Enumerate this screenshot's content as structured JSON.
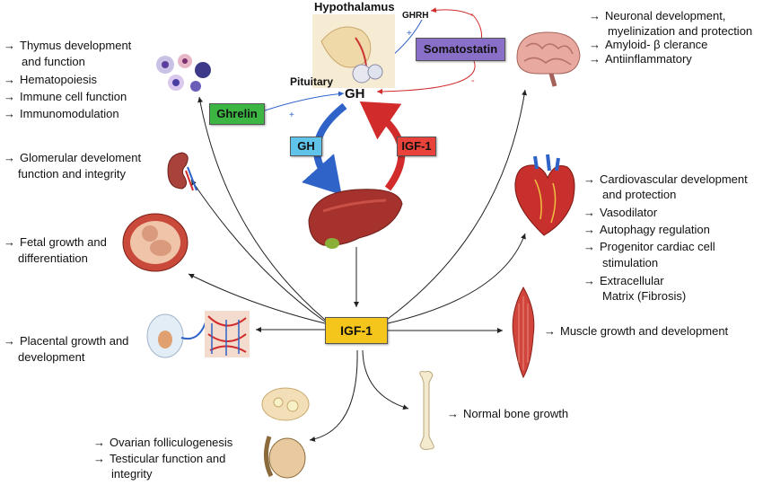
{
  "center": {
    "hypothalamus": "Hypothalamus",
    "ghrh": "GHRH",
    "pituitary": "Pituitary",
    "gh": "GH",
    "somatostatin": "Somatostatin",
    "ghrelin": "Ghrelin",
    "gh_arrow": "GH",
    "igf1_arrow": "IGF-1",
    "igf1_hub": "IGF-1",
    "plus": "+",
    "minus": "-"
  },
  "arrow_glyph": "→",
  "left": {
    "immune": [
      "Thymus development",
      "and function",
      "Hematopoiesis",
      "Immune cell function",
      "Immunomodulation"
    ],
    "kidney": [
      "Glomerular develoment",
      "function and integrity"
    ],
    "fetal": [
      "Fetal growth and",
      "differentiation"
    ],
    "placenta": [
      "Placental growth and",
      "development"
    ],
    "gonads": [
      "Ovarian folliculogenesis",
      "Testicular function and",
      "integrity"
    ]
  },
  "right": {
    "brain": [
      "Neuronal development,",
      "myelinization and protection",
      "Amyloid- β clerance",
      "Antiinflammatory"
    ],
    "heart": [
      "Cardiovascular development",
      "and protection",
      "Vasodilator",
      "Autophagy regulation",
      "Progenitor cardiac cell",
      "stimulation",
      "Extracellular",
      "Matrix (Fibrosis)"
    ],
    "muscle": "Muscle growth and development",
    "bone": "Normal bone growth"
  },
  "colors": {
    "somatostatin": "#8a6fc9",
    "ghrelin": "#3cb543",
    "gh_badge": "#5fc3ea",
    "igf_badge": "#e8423a",
    "hub": "#f4c51a",
    "gh_arrow": "#2f63c8",
    "igf_arrow": "#d12b2b",
    "liver": "#a5322c"
  }
}
